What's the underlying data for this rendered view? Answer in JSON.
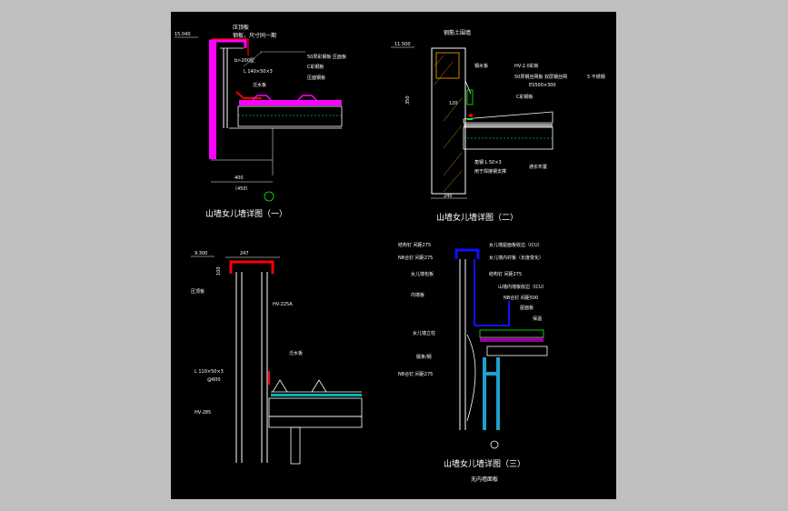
{
  "colors": {
    "background": "#bfbfbf",
    "canvas": "#000000",
    "line": "#ffffff",
    "magenta": "#ff00ff",
    "red": "#ff0000",
    "blue": "#1010ff",
    "cyan": "#00ffff",
    "green": "#00ff00"
  },
  "d1": {
    "title": "山墙女儿墙详图（一）",
    "elev": "15.040",
    "notes": [
      "压顶板",
      "钢板，尺寸同一期",
      "b>200型",
      "L 140×50×3",
      "泛水板",
      "50厚彩钢板 压面板",
      "C彩钢板",
      "压面钢板"
    ],
    "dim_a": "400",
    "dim_b": "（450）"
  },
  "d2": {
    "title": "山墙女儿墙详图（二）",
    "elev": "11.500",
    "notes": [
      "钢筋土围墙",
      "钢水板",
      "HV-2.0彩板",
      "50厚钢丝网板 双层钢丝网",
      "5 不锈钢",
      "ES500×300",
      "C彩钢板",
      "角钢 L 50×3",
      "用于焊接钢支撑",
      "通长布置"
    ],
    "dim_h": "350",
    "dim_small": "120",
    "dim_w": "240"
  },
  "d3": {
    "title": "",
    "elev": "9.300",
    "notes": [
      "压顶板",
      "HV-225A",
      "泛水板",
      "L 110×50×3",
      "@600",
      "HV-285"
    ],
    "dim_top": "247",
    "dim_left": "100"
  },
  "d4": {
    "title": "山墙女儿墙详图（三）",
    "subtitle": "无内墙面板",
    "notes": [
      "结构钉 间距275",
      "NB合钉 间距275",
      "女儿墙包板",
      "内墙板",
      "女儿墙立柱",
      "檩条/钢",
      "NB合钉 间距275",
      "女儿墙屋面板收边（ICU）",
      "女儿墙内衬板（长度变化）",
      "结构钉 间距275",
      "山墙内墙板收边（ICU）",
      "NB合钉 间距500",
      "屋面板",
      "保温"
    ]
  }
}
